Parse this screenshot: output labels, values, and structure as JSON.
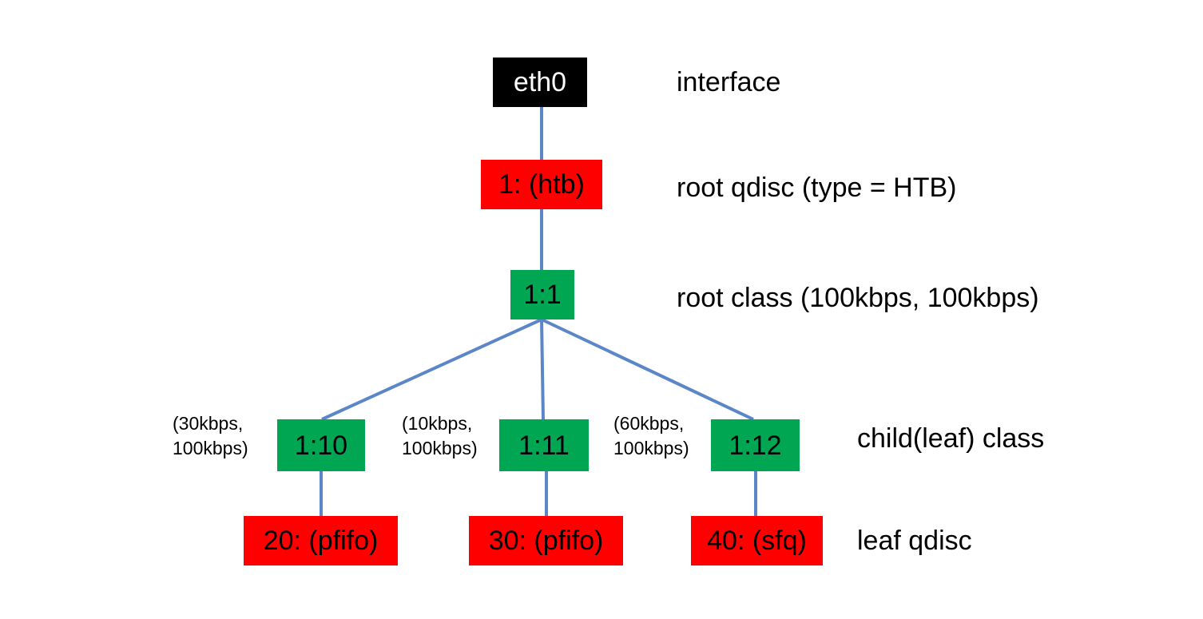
{
  "colors": {
    "interface": "#000000",
    "qdisc": "#ff0000",
    "class": "#00a651",
    "connector": "#5b86c8"
  },
  "nodes": {
    "eth0": "eth0",
    "root_qdisc": "1: (htb)",
    "root_class": "1:1",
    "class_10": "1:10",
    "class_11": "1:11",
    "class_12": "1:12",
    "qdisc_20": "20: (pfifo)",
    "qdisc_30": "30: (pfifo)",
    "qdisc_40": "40: (sfq)"
  },
  "rates": {
    "class_10": {
      "line1": "(30kbps,",
      "line2": "100kbps)"
    },
    "class_11": {
      "line1": "(10kbps,",
      "line2": "100kbps)"
    },
    "class_12": {
      "line1": "(60kbps,",
      "line2": "100kbps)"
    }
  },
  "levels": {
    "interface": "interface",
    "root_qdisc": "root qdisc (type = HTB)",
    "root_class": "root class (100kbps, 100kbps)",
    "child_class": "child(leaf) class",
    "leaf_qdisc": "leaf qdisc"
  }
}
